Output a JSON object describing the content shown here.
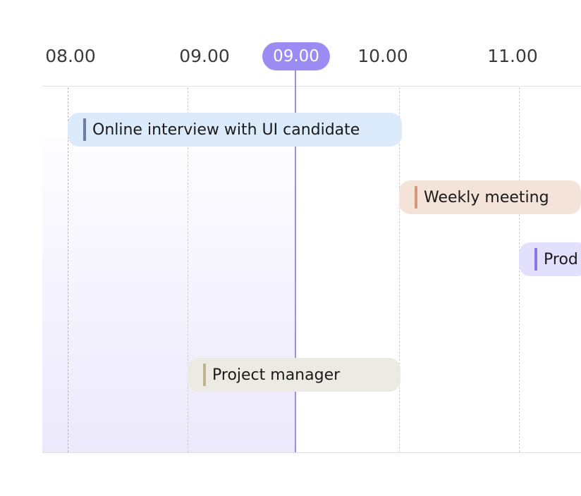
{
  "timeline": {
    "hours": [
      {
        "label": "08.00"
      },
      {
        "label": "09.00"
      },
      {
        "label": "10.00"
      },
      {
        "label": "11.00"
      }
    ],
    "current_time": "09.00"
  },
  "events": [
    {
      "title": "Online interview with UI candidate",
      "color": "#dcebfb",
      "accent": "#6e7ea3"
    },
    {
      "title": "Weekly meeting",
      "color": "#f4e3d9",
      "accent": "#d2987a"
    },
    {
      "title": "Prod",
      "color": "#e3e0fd",
      "accent": "#8577e6"
    },
    {
      "title": "Project manager",
      "color": "#ecebe3",
      "accent": "#bdb590"
    }
  ]
}
